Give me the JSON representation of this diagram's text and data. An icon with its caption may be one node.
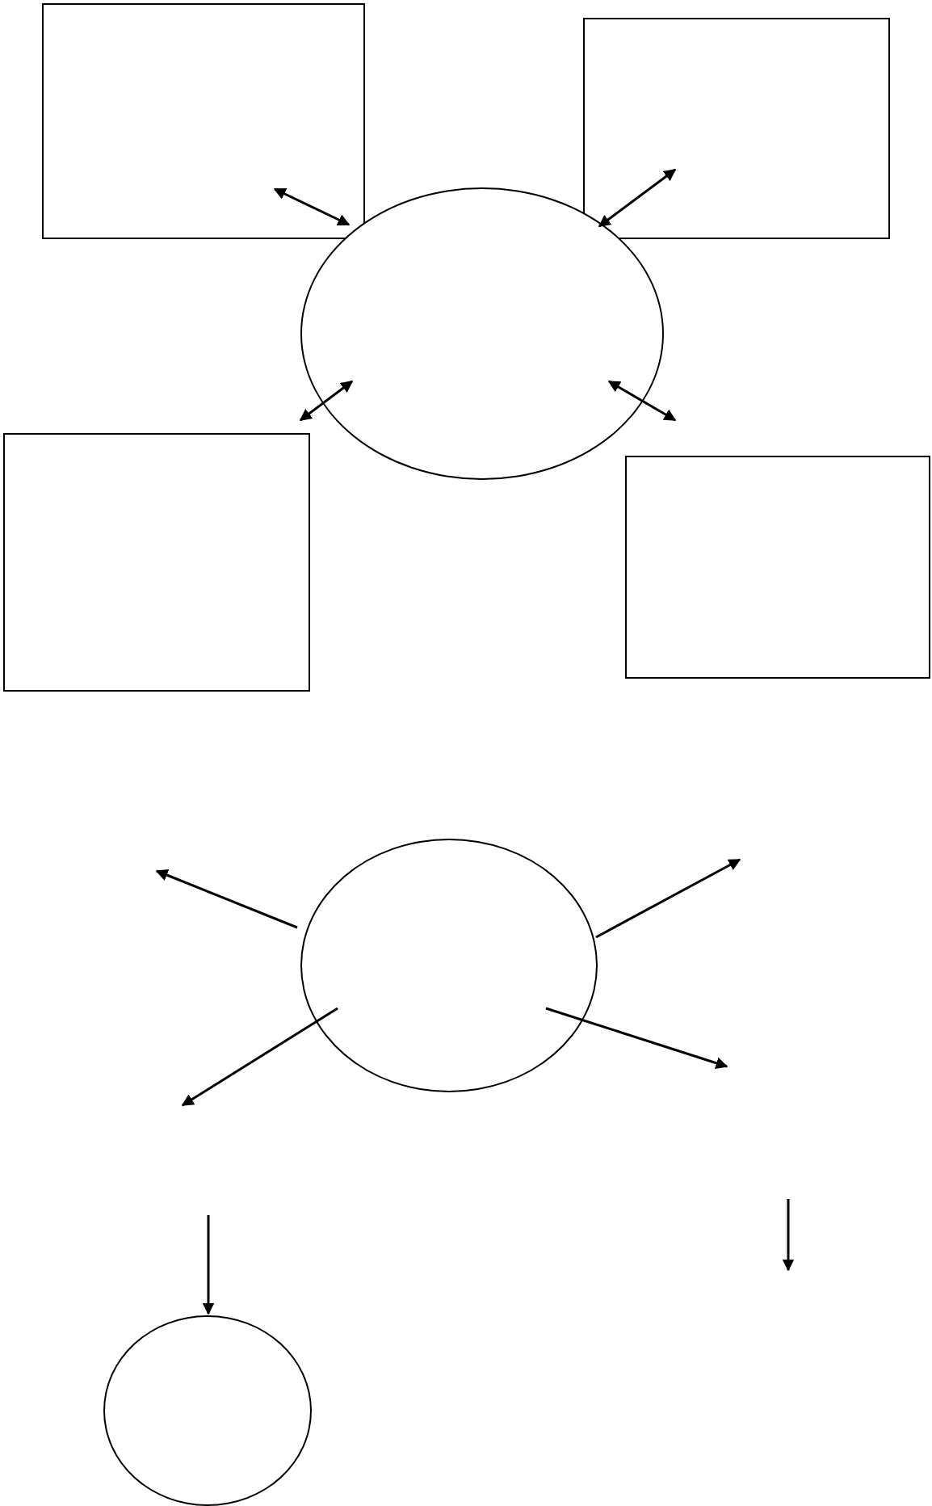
{
  "diagram": {
    "nodes": [
      {
        "text": [],
        "shape": "box"
      },
      {
        "text": [],
        "shape": "box"
      },
      {
        "text": [],
        "shape": "circle"
      },
      {
        "text": [],
        "shape": "box"
      },
      {
        "text": [],
        "shape": "box"
      },
      {
        "text": [],
        "shape": "circle"
      },
      {
        "text": [],
        "shape": "circle"
      }
    ],
    "edges": [
      {
        "from": 0,
        "to": 2,
        "arrow": "both"
      },
      {
        "from": 1,
        "to": 2,
        "arrow": "both"
      },
      {
        "from": 3,
        "to": 2,
        "arrow": "both"
      },
      {
        "from": 4,
        "to": 2,
        "arrow": "both"
      },
      {
        "from": 5,
        "to": null,
        "arrow": "to"
      },
      {
        "from": 5,
        "to": null,
        "arrow": "to"
      },
      {
        "from": 5,
        "to": null,
        "arrow": "to"
      },
      {
        "from": 5,
        "to": null,
        "arrow": "to"
      },
      {
        "from": null,
        "to": 6,
        "arrow": "to"
      }
    ]
  }
}
